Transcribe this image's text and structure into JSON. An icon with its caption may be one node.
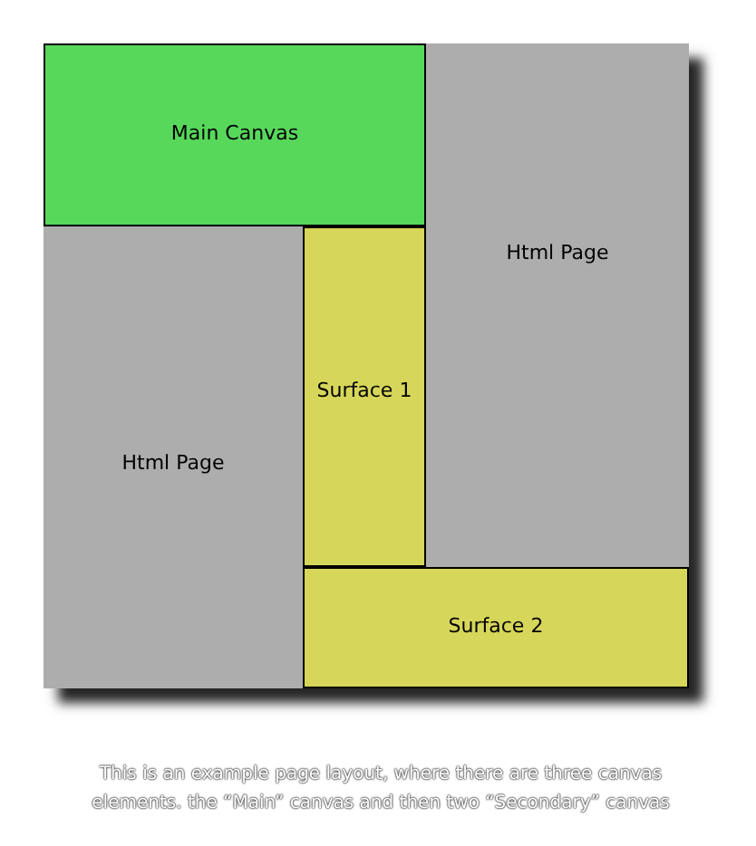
{
  "diagram": {
    "caption": "This is an example page layout, where there are three canvas elements. the “Main” canvas and then two “Secondary” canvas",
    "nodes": [
      {
        "text": [
          "Main Canvas"
        ]
      },
      {
        "text": [
          "Html Page"
        ]
      },
      {
        "text": [
          "Surface 1"
        ]
      },
      {
        "text": [
          "Html Page"
        ]
      },
      {
        "text": [
          "Surface 2"
        ]
      }
    ]
  }
}
